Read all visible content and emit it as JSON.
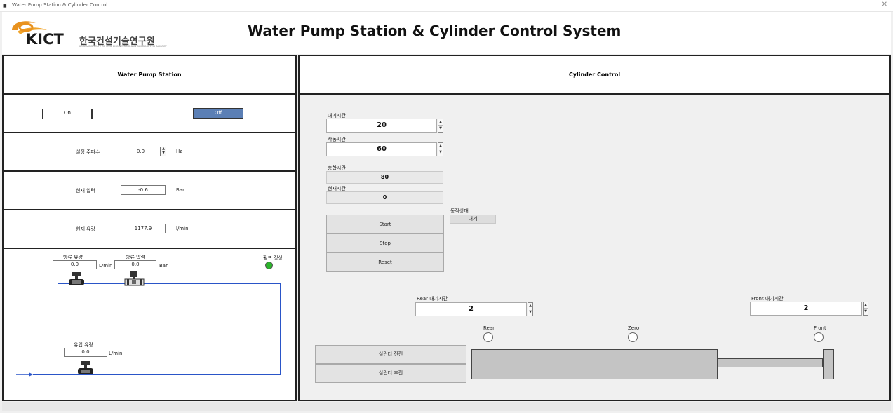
{
  "window": {
    "title": "Water Pump Station & Cylinder Control",
    "close_glyph": "✕",
    "icon_text": "■"
  },
  "header": {
    "logo_text": "KICT",
    "logo_korean": "한국건설기술연구원",
    "logo_english": "KOREA INSTITUTE OF CIVIL ENGINEERING AND BUILDING TECHNOLOGY",
    "title": "Water Pump Station & Cylinder Control System"
  },
  "pump": {
    "section_title": "Water Pump Station",
    "on_label": "On",
    "off_label": "Off",
    "set_freq_label": "설정 주파수",
    "set_freq_value": "0.0",
    "set_freq_unit": "Hz",
    "cur_pressure_label": "현재 압력",
    "cur_pressure_value": "-0.6",
    "cur_pressure_unit": "Bar",
    "cur_flow_label": "현재 유량",
    "cur_flow_value": "1177.9",
    "cur_flow_unit": "l/min",
    "out_flow_label": "방류 유량",
    "out_flow_value": "0.0",
    "out_flow_unit": "L/min",
    "out_pressure_label": "방류 압력",
    "out_pressure_value": "0.0",
    "out_pressure_unit": "Bar",
    "pump_status_label": "펌프 정상",
    "status_color": "#2bb52b",
    "in_flow_label": "유입 유량",
    "in_flow_value": "0.0",
    "in_flow_unit": "L/min",
    "pipe_color": "#2a55c8"
  },
  "cylinder": {
    "section_title": "Cylinder Control",
    "wait_time_label": "대기시간",
    "wait_time_value": "20",
    "work_time_label": "작동시간",
    "work_time_value": "60",
    "total_time_label": "총합시간",
    "total_time_value": "80",
    "current_time_label": "현재시간",
    "current_time_value": "0",
    "op_status_label": "동작상태",
    "op_status_value": "대기",
    "start_label": "Start",
    "stop_label": "Stop",
    "reset_label": "Reset",
    "rear_wait_label": "Rear 대기시간",
    "rear_wait_value": "2",
    "front_wait_label": "Front 대기시간",
    "front_wait_value": "2",
    "rear_label": "Rear",
    "zero_label": "Zero",
    "front_label": "Front",
    "extend_label": "실린더 전진",
    "retract_label": "실린더 후진",
    "cylinder_color": "#c4c4c4",
    "rod_position_fraction": 1.0
  }
}
